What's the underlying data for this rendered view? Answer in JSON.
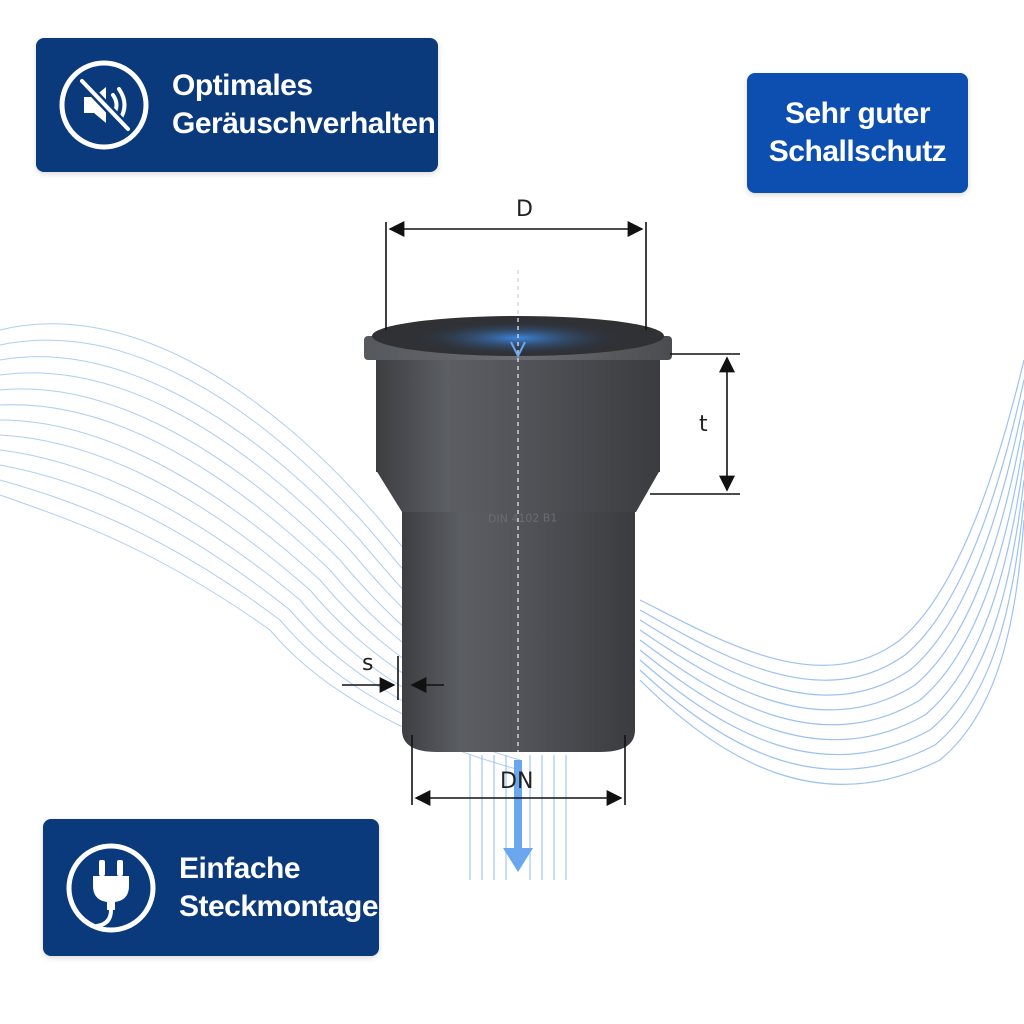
{
  "badges": {
    "sound": {
      "line1": "Optimales",
      "line2": "Geräuschverhalten",
      "icon": "muted-speaker-icon"
    },
    "schallschutz": {
      "line1": "Sehr guter",
      "line2": "Schallschutz"
    },
    "plug": {
      "line1": "Einfache",
      "line2": "Steckmontage",
      "icon": "plug-icon"
    }
  },
  "dimensions": {
    "D": "D",
    "t": "t",
    "s": "s",
    "DN": "DN"
  },
  "product": {
    "imprint": "DIN 4102 B1"
  },
  "colors": {
    "badge_dark": "#0b3a7c",
    "badge_bright": "#0d4fb0",
    "pipe": "#4b4d52",
    "flow": "#4a90e2"
  }
}
